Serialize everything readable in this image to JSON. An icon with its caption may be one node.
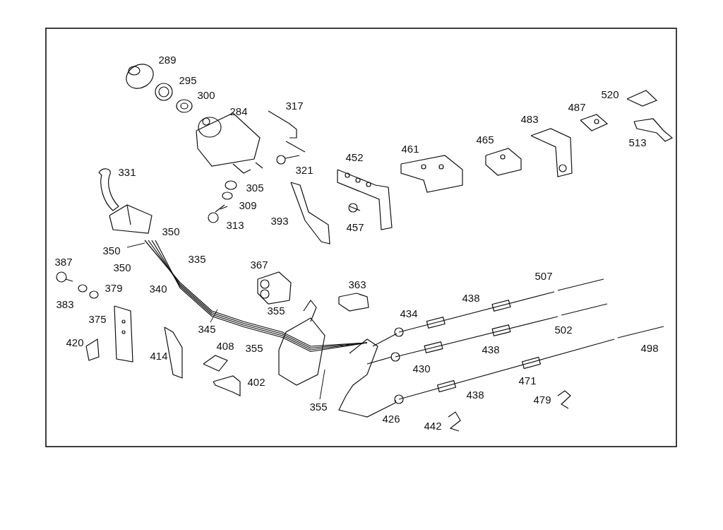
{
  "diagram": {
    "nodes": [
      {
        "text": [
          "350"
        ]
      },
      {
        "text": [
          "345"
        ]
      },
      {
        "text": [
          "355"
        ]
      }
    ],
    "edges": [
      {
        "from": 0,
        "to": null,
        "arrow": "none"
      },
      {
        "from": 1,
        "to": null,
        "arrow": "none"
      },
      {
        "from": 2,
        "to": null,
        "arrow": "none"
      }
    ],
    "labels": [
      "289",
      "295",
      "300",
      "520",
      "317",
      "284",
      "487",
      "483",
      "461",
      "465",
      "452",
      "513",
      "321",
      "331",
      "305",
      "309",
      "393",
      "313",
      "457",
      "350",
      "350",
      "335",
      "387",
      "367",
      "507",
      "363",
      "379",
      "340",
      "438",
      "383",
      "434",
      "355",
      "375",
      "502",
      "408",
      "420",
      "355",
      "498",
      "438",
      "414",
      "430",
      "471",
      "402",
      "438",
      "479",
      "426",
      "442"
    ]
  }
}
